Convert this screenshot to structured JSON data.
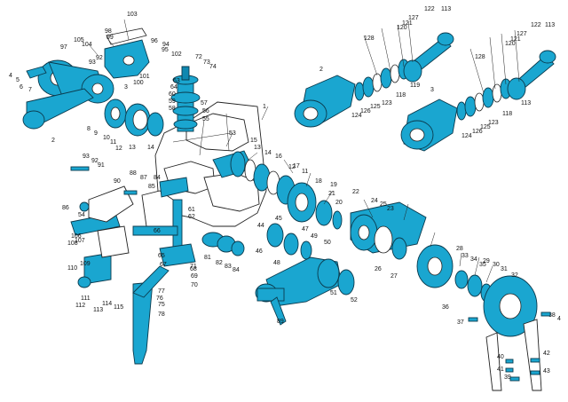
{
  "diagram": {
    "labels_top_left": [
      "103",
      "98",
      "99",
      "105",
      "104",
      "97",
      "96",
      "95",
      "94",
      "93",
      "92",
      "102",
      "101",
      "100",
      "72",
      "73",
      "74",
      "4",
      "5",
      "6",
      "7",
      "3",
      "1",
      "2",
      "64",
      "63",
      "60",
      "59",
      "58",
      "57",
      "56",
      "55",
      "8",
      "9",
      "10",
      "11",
      "12",
      "13",
      "14"
    ],
    "labels_top_right": [
      "128",
      "127",
      "121",
      "120",
      "122",
      "113",
      "2",
      "124",
      "126",
      "125",
      "123",
      "118",
      "119",
      "3"
    ],
    "labels_mid": [
      "53",
      "15",
      "13",
      "14",
      "16",
      "17",
      "18",
      "19",
      "20",
      "21",
      "22",
      "23",
      "24",
      "25",
      "26",
      "27",
      "28",
      "29",
      "30",
      "31",
      "32",
      "11",
      "12",
      "93",
      "92",
      "91",
      "90",
      "88",
      "87",
      "86",
      "54",
      "85",
      "84",
      "84",
      "81",
      "82",
      "83",
      "61",
      "62",
      "66",
      "65",
      "67",
      "68",
      "69",
      "70",
      "71",
      "45",
      "44",
      "46",
      "47",
      "48",
      "49",
      "50",
      "51",
      "52",
      "89"
    ],
    "labels_bottom": [
      "106",
      "107",
      "108",
      "109",
      "110",
      "111",
      "112",
      "113",
      "114",
      "115",
      "75",
      "76",
      "77",
      "78",
      "36",
      "37",
      "38",
      "4",
      "39",
      "40",
      "41",
      "42",
      "43",
      "35",
      "34",
      "33"
    ],
    "accent": "#1aa6d0",
    "outline": "#0b3a4d"
  }
}
